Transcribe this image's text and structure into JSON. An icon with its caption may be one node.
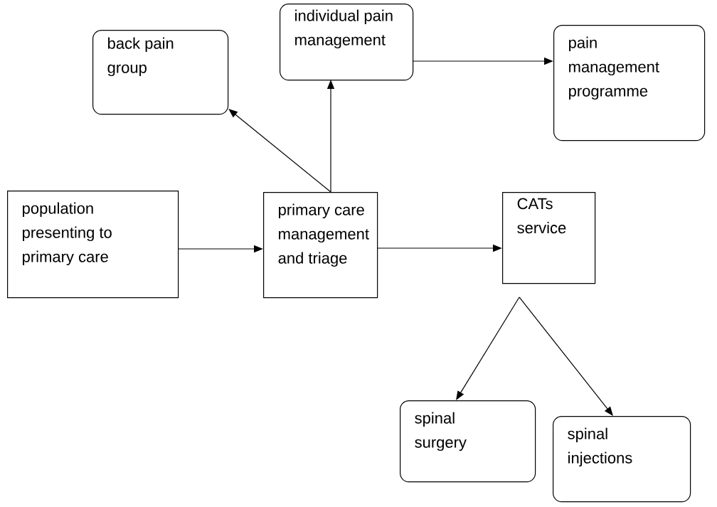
{
  "diagram": {
    "nodes": [
      {
        "text": [
          "population presenting to primary care"
        ]
      },
      {
        "text": [
          "primary care management and triage"
        ]
      },
      {
        "text": [
          "CATs service"
        ]
      },
      {
        "text": [
          "back pain group"
        ]
      },
      {
        "text": [
          "individual pain management"
        ]
      },
      {
        "text": [
          "pain management programme"
        ]
      },
      {
        "text": [
          "spinal surgery"
        ]
      },
      {
        "text": [
          "spinal injections"
        ]
      }
    ],
    "edges": [
      {
        "from": 0,
        "to": 1,
        "arrow": "to"
      },
      {
        "from": 1,
        "to": 2,
        "arrow": "to"
      },
      {
        "from": 1,
        "to": 3,
        "arrow": "to"
      },
      {
        "from": 1,
        "to": 4,
        "arrow": "to"
      },
      {
        "from": 4,
        "to": 5,
        "arrow": "to"
      },
      {
        "from": 2,
        "to": 6,
        "arrow": "to"
      },
      {
        "from": 2,
        "to": 7,
        "arrow": "to"
      }
    ]
  }
}
